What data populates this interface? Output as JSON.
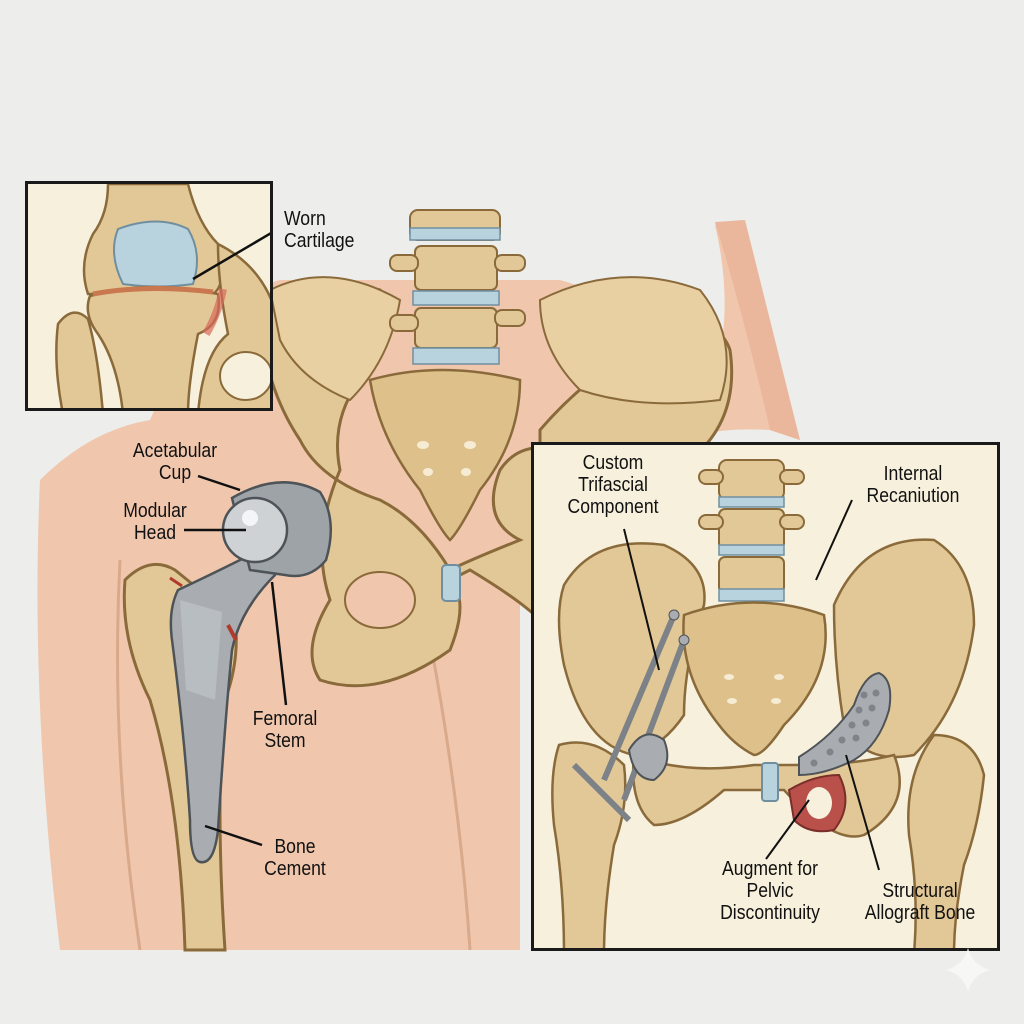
{
  "figure": {
    "title": "Hip and Knee Joint Replacement / Revision Anatomy",
    "colors": {
      "background": "#ededeb",
      "skin": "#f0c7ad",
      "bone": "#e2c896",
      "bone_outline": "#8a6a3a",
      "cartilage": "#b9d3de",
      "implant_metal": "#a9adb1",
      "inset_background": "#f6f0dc",
      "allograft_red": "#b9504a"
    }
  },
  "knee_inset": {
    "labels": {
      "worn_cartilage": "Worn\nCartilage"
    }
  },
  "main_hip": {
    "labels": {
      "acetabular_cup": "Acetabular\nCup",
      "modular_head": "Modular\nHead",
      "femoral_stem": "Femoral\nStem",
      "bone_cement": "Bone\nCement"
    }
  },
  "revision_inset": {
    "labels": {
      "custom_trifascial_component": "Custom\nTrifascial\nComponent",
      "internal_recaniution": "Internal\nRecaniution",
      "augment_pelvic_discontinuity": "Augment for\nPelvic\nDiscontinuity",
      "structural_allograft_bone": "Structural\nAllograft Bone"
    }
  },
  "watermark": {
    "icon": "sparkle-icon"
  }
}
